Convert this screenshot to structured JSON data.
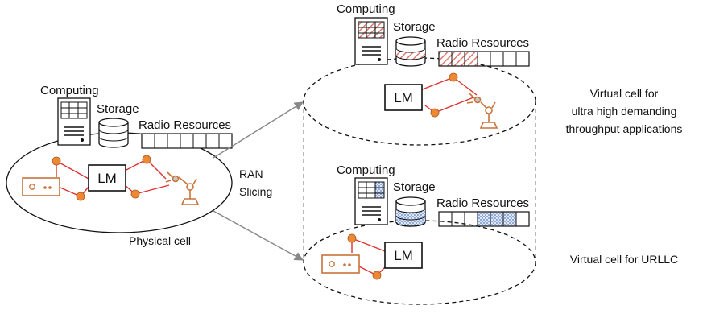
{
  "colors": {
    "link": "#e03030",
    "node": "#ee8833",
    "device": "#c8733a",
    "hatch_red": "#e07a70",
    "hatch_blue": "#5b7fc4",
    "arrow": "#888888"
  },
  "physical": {
    "computing_label": "Computing",
    "storage_label": "Storage",
    "radio_label": "Radio Resources",
    "lm_label": "LM",
    "caption": "Physical cell"
  },
  "slicing": {
    "line1": "RAN",
    "line2": "Slicing"
  },
  "virtual_top": {
    "computing_label": "Computing",
    "storage_label": "Storage",
    "radio_label": "Radio Resources",
    "lm_label": "LM",
    "caption_line1": "Virtual cell for",
    "caption_line2": "ultra high demanding",
    "caption_line3": "throughput applications"
  },
  "virtual_bottom": {
    "computing_label": "Computing",
    "storage_label": "Storage",
    "radio_label": "Radio Resources",
    "lm_label": "LM",
    "caption": "Virtual cell for URLLC"
  }
}
